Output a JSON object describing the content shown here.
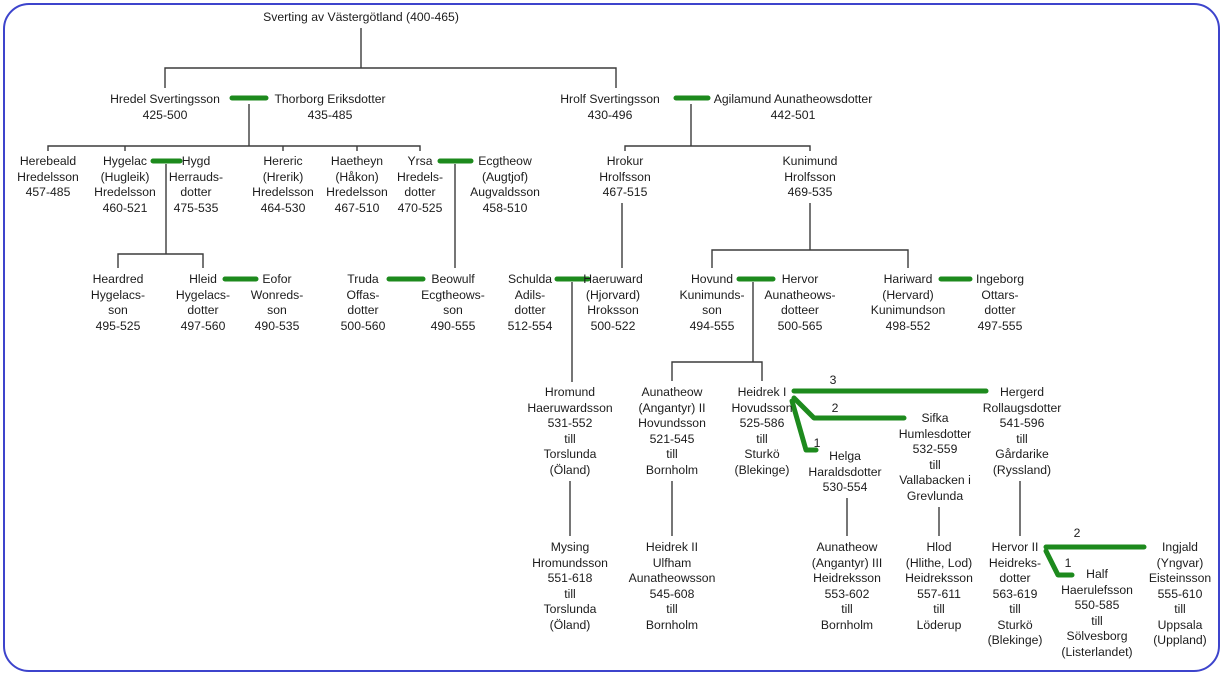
{
  "title": "Sverting av Västergötland (400-465)",
  "colors": {
    "marriage_line_green": "#1d8a1d",
    "tree_line_gray": "#3c3c3c",
    "border_blue": "#3d44cc",
    "text": "#1c1c1c",
    "background": "#ffffff"
  },
  "labels": {
    "heidrek1_first": "1",
    "heidrek1_second": "2",
    "heidrek1_third": "3",
    "hervor2_first": "1",
    "hervor2_second": "2"
  },
  "people": [
    {
      "id": "sverting",
      "text": "Sverting av Västergötland (400-465)"
    },
    {
      "id": "hredel",
      "text": "Hredel Svertingsson\n425-500"
    },
    {
      "id": "thorborg",
      "text": "Thorborg Eriksdotter\n435-485"
    },
    {
      "id": "hrolf",
      "text": "Hrolf Svertingsson\n430-496"
    },
    {
      "id": "agilamund",
      "text": "Agilamund Aunatheowsdotter\n442-501"
    },
    {
      "id": "herebeald",
      "text": "Herebeald\nHredelsson\n457-485"
    },
    {
      "id": "hygelac",
      "text": "Hygelac\n(Hugleik)\nHredelsson\n460-521"
    },
    {
      "id": "hygd",
      "text": "Hygd\nHerrauds-\ndotter\n475-535"
    },
    {
      "id": "hereric",
      "text": "Hereric\n(Hrerik)\nHredelsson\n464-530"
    },
    {
      "id": "haetheyn",
      "text": "Haetheyn\n(Håkon)\nHredelsson\n467-510"
    },
    {
      "id": "yrsa",
      "text": "Yrsa\nHredels-\ndotter\n470-525"
    },
    {
      "id": "ecgtheow",
      "text": "Ecgtheow\n(Augtjof)\nAugvaldsson\n458-510"
    },
    {
      "id": "hrokur",
      "text": "Hrokur\nHrolfsson\n467-515"
    },
    {
      "id": "kunimund",
      "text": "Kunimund\nHrolfsson\n469-535"
    },
    {
      "id": "heardred",
      "text": "Heardred\nHygelacs-\nson\n495-525"
    },
    {
      "id": "hleid",
      "text": "Hleid\nHygelacs-\ndotter\n497-560"
    },
    {
      "id": "eofor",
      "text": "Eofor\nWonreds-\nson\n490-535"
    },
    {
      "id": "truda",
      "text": "Truda\nOffas-\ndotter\n500-560"
    },
    {
      "id": "beowulf",
      "text": "Beowulf\nEcgtheows-\nson\n490-555"
    },
    {
      "id": "schulda",
      "text": "Schulda\nAdils-\ndotter\n512-554"
    },
    {
      "id": "haeruward",
      "text": "Haeruward\n(Hjorvard)\nHroksson\n500-522"
    },
    {
      "id": "hovund",
      "text": "Hovund\nKunimunds-\nson\n494-555"
    },
    {
      "id": "hervor",
      "text": "Hervor\nAunatheows-\ndotteer\n500-565"
    },
    {
      "id": "hariward",
      "text": "Hariward\n(Hervard)\nKunimundson\n498-552"
    },
    {
      "id": "ingeborg",
      "text": "Ingeborg\nOttars-\ndotter\n497-555"
    },
    {
      "id": "hromund",
      "text": "Hromund\nHaeruwardsson\n531-552\ntill\nTorslunda\n(Öland)"
    },
    {
      "id": "aunatheow2",
      "text": "Aunatheow\n(Angantyr) II\nHovundsson\n521-545\ntill\nBornholm"
    },
    {
      "id": "heidrek1",
      "text": "Heidrek I\nHovudsson\n525-586\ntill\nSturkö\n(Blekinge)"
    },
    {
      "id": "helga",
      "text": "Helga\nHaraldsdotter\n530-554"
    },
    {
      "id": "sifka",
      "text": "Sifka\nHumlesdotter\n532-559\ntill\nVallabacken i\nGrevlunda"
    },
    {
      "id": "hergerd",
      "text": "Hergerd\nRollaugsdotter\n541-596\ntill\nGårdarike\n(Ryssland)"
    },
    {
      "id": "mysing",
      "text": "Mysing\nHromundsson\n551-618\ntill\nTorslunda\n(Öland)"
    },
    {
      "id": "heidrek2",
      "text": "Heidrek II\nUlfham\nAunatheowsson\n545-608\ntill\nBornholm"
    },
    {
      "id": "aunatheow3",
      "text": "Aunatheow\n(Angantyr) III\nHeidreksson\n553-602\ntill\nBornholm"
    },
    {
      "id": "hlod",
      "text": "Hlod\n(Hlithe, Lod)\nHeidreksson\n557-611\ntill\nLöderup"
    },
    {
      "id": "hervor2",
      "text": "Hervor II\nHeidreks-\ndotter\n563-619\ntill\nSturkö\n(Blekinge)"
    },
    {
      "id": "half",
      "text": "Half\nHaerulefsson\n550-585\ntill\nSölvesborg\n(Listerlandet)"
    },
    {
      "id": "ingjald",
      "text": "Ingjald\n(Yngvar)\nEisteinsson\n555-610\ntill\nUppsala\n(Uppland)"
    }
  ],
  "relationships": {
    "marriages": [
      "Hredel Svertingsson + Thorborg Eriksdotter",
      "Hrolf Svertingsson + Agilamund Aunatheowsdotter",
      "Hygelac + Hygd",
      "Yrsa + Ecgtheow",
      "Hleid + Eofor",
      "Truda + Beowulf",
      "Schulda + Haeruward",
      "Hovund + Hervor",
      "Hariward + Ingeborg",
      "Heidrek I + Helga (1), Sifka (2), Hergerd (3)",
      "Hervor II + Half (1), Ingjald (2)"
    ],
    "children": [
      "Sverting -> Hredel, Hrolf",
      "Hredel+Thorborg -> Herebeald, Hygelac, Hereric, Haetheyn, Yrsa",
      "Hrolf+Agilamund -> Hrokur, Kunimund",
      "Hygelac+Hygd -> Heardred, Hleid",
      "Yrsa+Ecgtheow -> Beowulf",
      "Hrokur -> Haeruward",
      "Kunimund -> Hovund, Hariward",
      "Schulda+Haeruward -> Hromund",
      "Hovund+Hervor -> Aunatheow II, Heidrek I",
      "Hromund -> Mysing",
      "Aunatheow II -> Heidrek II Ulfham",
      "Heidrek I+Helga -> Aunatheow III",
      "Heidrek I+Sifka -> Hlod",
      "Heidrek I+Hergerd -> Hervor II"
    ]
  }
}
